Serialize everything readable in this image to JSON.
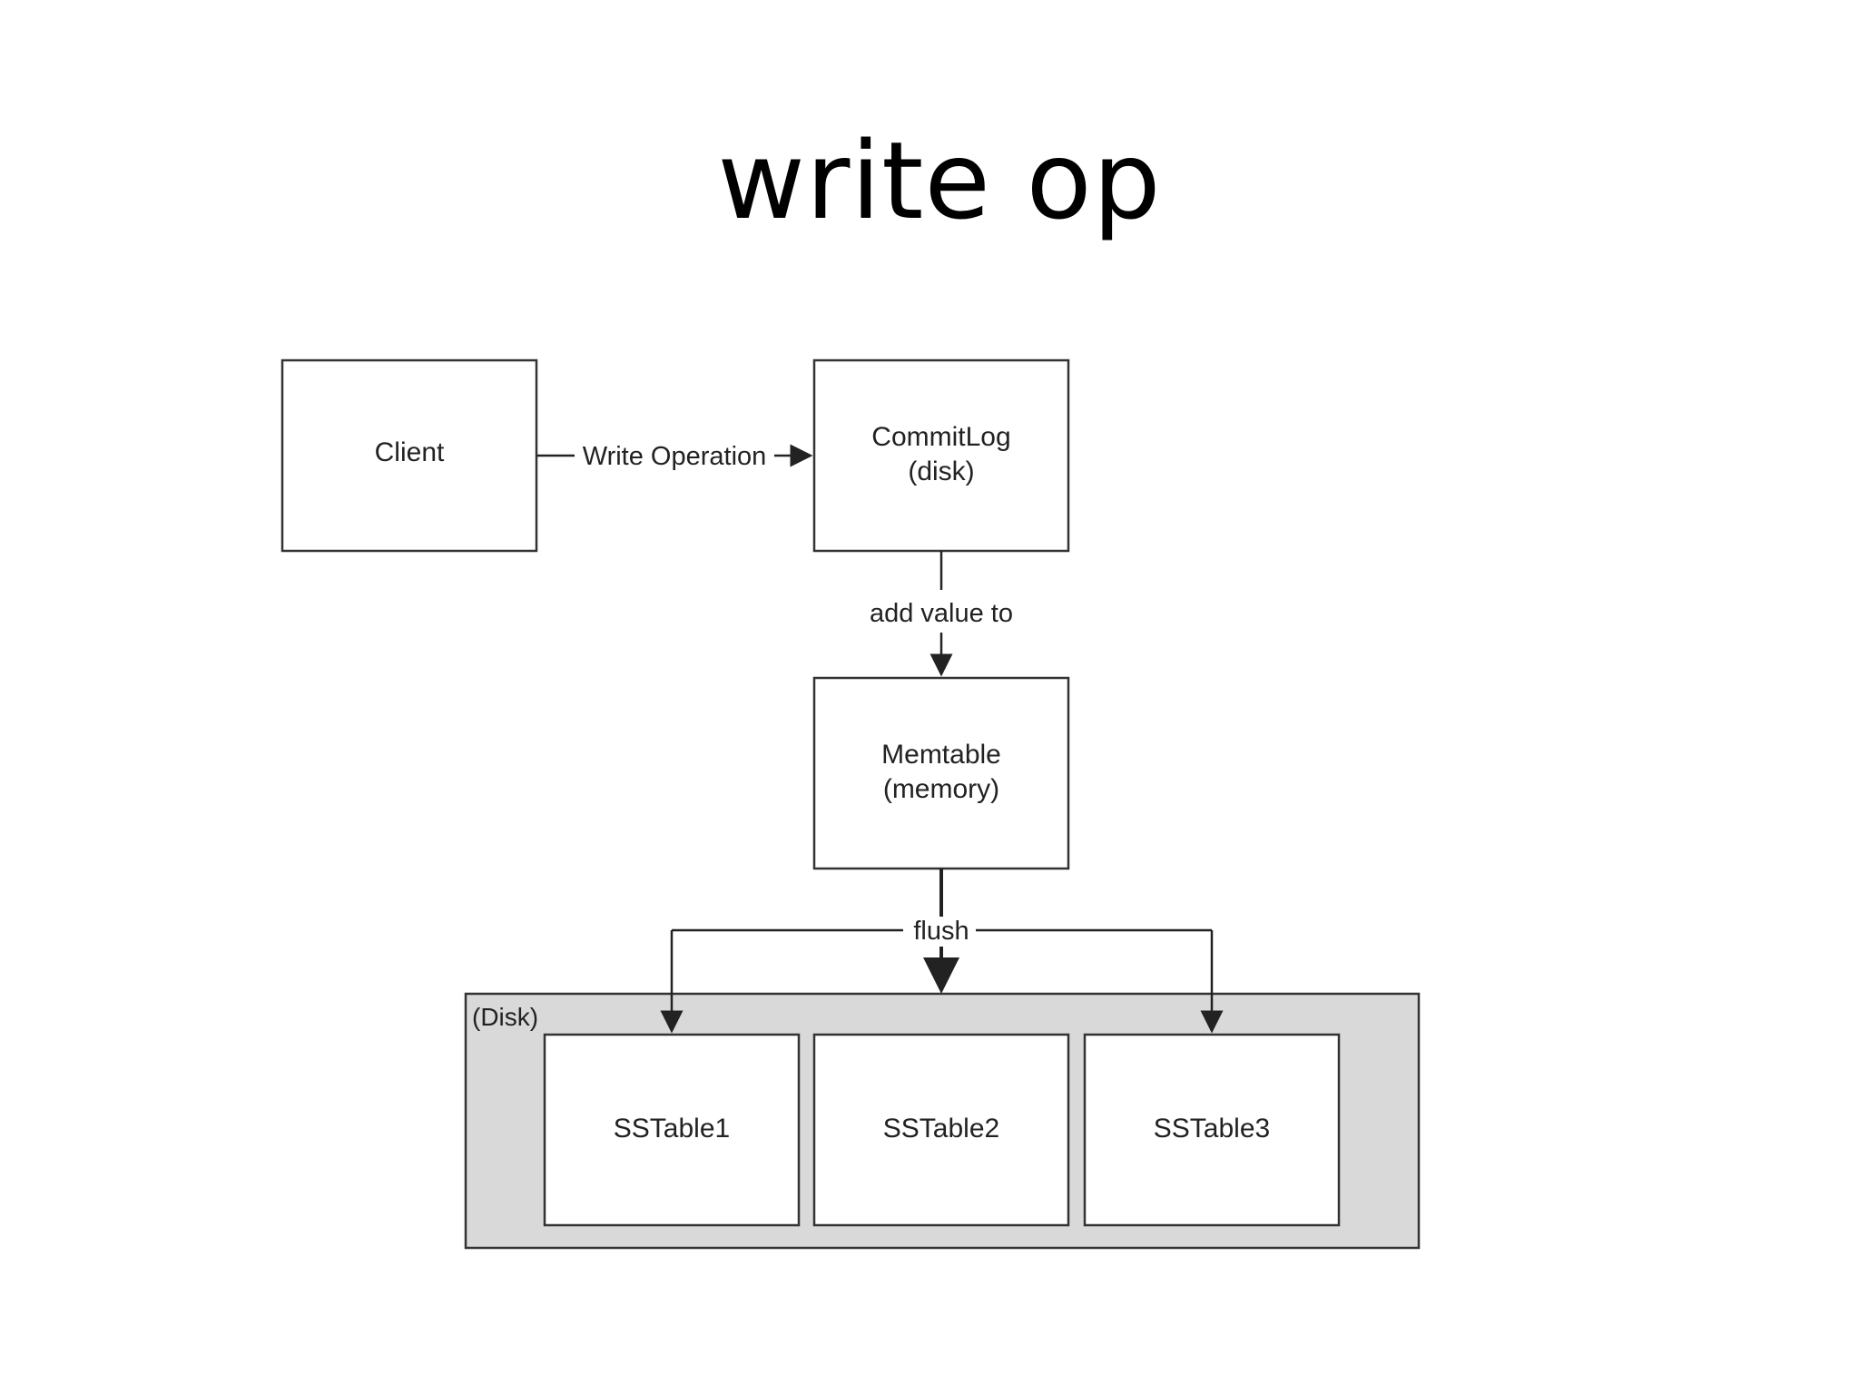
{
  "title": "write op",
  "nodes": {
    "client": "Client",
    "commitlog_line1": "CommitLog",
    "commitlog_line2": "(disk)",
    "memtable_line1": "Memtable",
    "memtable_line2": "(memory)",
    "sstable1": "SSTable1",
    "sstable2": "SSTable2",
    "sstable3": "SSTable3"
  },
  "group": {
    "label": "(Disk)",
    "fill": "#d9d9d9"
  },
  "edges": {
    "write_operation": "Write Operation",
    "add_value_to": "add value to",
    "flush": "flush"
  },
  "colors": {
    "stroke": "#333333",
    "box_fill": "#ffffff"
  }
}
